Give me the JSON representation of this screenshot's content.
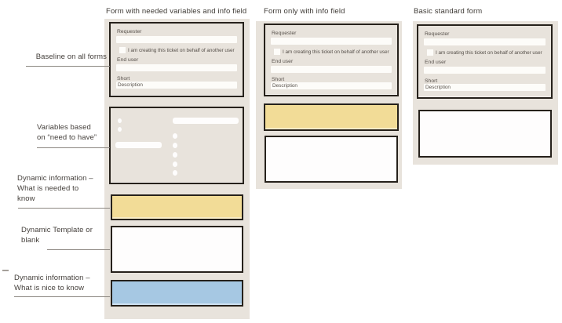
{
  "forms": [
    {
      "title": "Form with needed variables and info field"
    },
    {
      "title": "Form only with info field"
    },
    {
      "title": "Basic standard form"
    }
  ],
  "baseline": {
    "requester_label": "Requester",
    "behalf_checkbox_label": "I am creating this ticket on behalf of another user",
    "end_user_label": "End user",
    "short_label": "Short",
    "description_label": "Description"
  },
  "annotations": [
    {
      "lines": [
        "Baseline on all forms"
      ]
    },
    {
      "lines": [
        "Variables based",
        "on “need to have”"
      ]
    },
    {
      "lines": [
        "Dynamic information –",
        "What is needed to",
        "know"
      ]
    },
    {
      "lines": [
        "Dynamic Template or",
        "blank"
      ]
    },
    {
      "lines": [
        "Dynamic information –",
        "What is nice to know"
      ]
    }
  ],
  "colors": {
    "panel_background": "#e8e3dc",
    "box_border": "#26211b",
    "input_background": "#fdfcf9",
    "needed_info_yellow": "#f2dc97",
    "template_white": "#fefdfd",
    "nice_info_blue": "#a6c8e3",
    "annotation_line_gray": "#8b8680"
  }
}
